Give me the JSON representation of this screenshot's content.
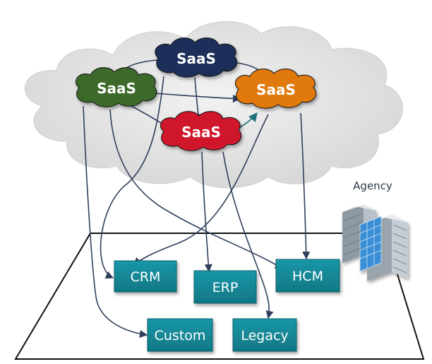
{
  "clouds": {
    "top": {
      "label": "SaaS",
      "color": "#1f2d5a"
    },
    "left": {
      "label": "SaaS",
      "color": "#3e6b2a"
    },
    "right": {
      "label": "SaaS",
      "color": "#e07a10"
    },
    "center": {
      "label": "SaaS",
      "color": "#d0142a"
    }
  },
  "boxes": {
    "crm": {
      "label": "CRM"
    },
    "erp": {
      "label": "ERP"
    },
    "hcm": {
      "label": "HCM"
    },
    "custom": {
      "label": "Custom"
    },
    "legacy": {
      "label": "Legacy"
    },
    "color": "#138a9a"
  },
  "agency": {
    "label": "Agency"
  }
}
